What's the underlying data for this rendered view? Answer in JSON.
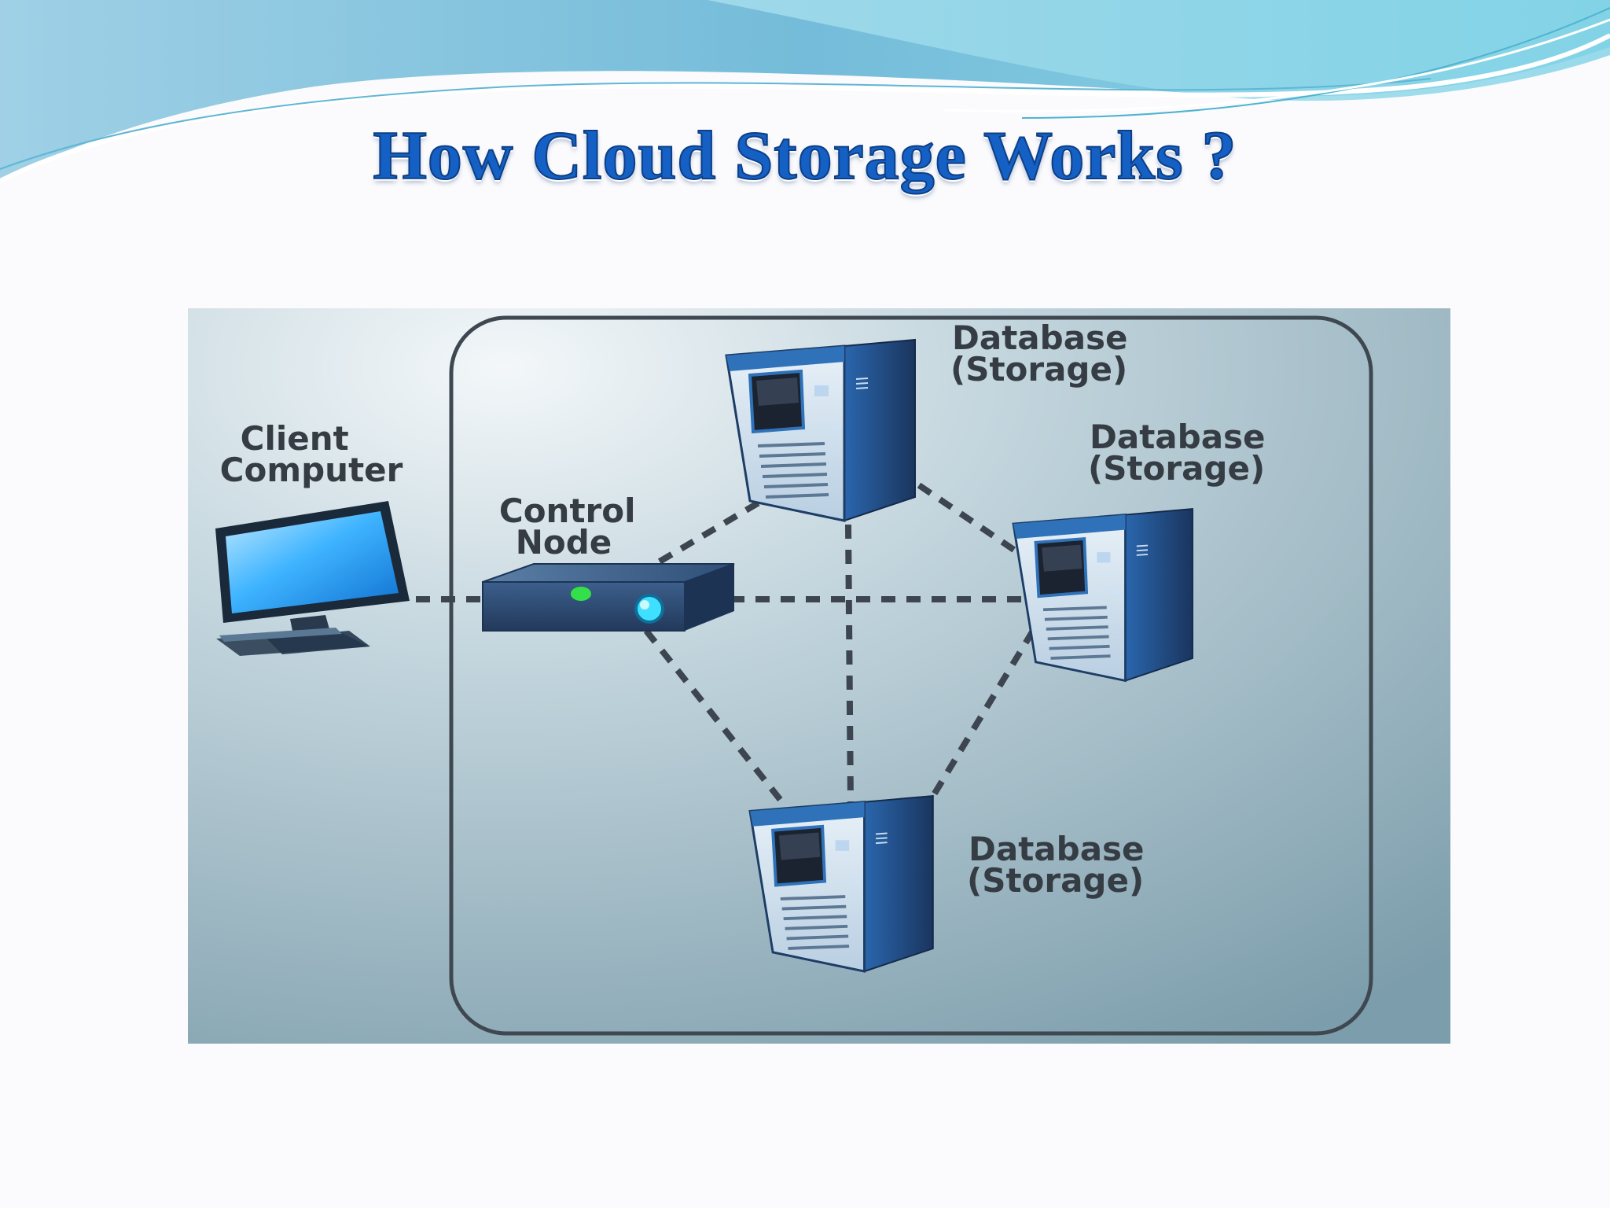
{
  "slide": {
    "title": "How Cloud Storage Works ?"
  },
  "diagram": {
    "client": {
      "line1": "Client",
      "line2": "Computer"
    },
    "control_node": {
      "line1": "Control",
      "line2": "Node"
    },
    "databases": [
      {
        "line1": "Database",
        "line2": "(Storage)"
      },
      {
        "line1": "Database",
        "line2": "(Storage)"
      },
      {
        "line1": "Database",
        "line2": "(Storage)"
      }
    ],
    "colors": {
      "title": "#1560c4",
      "panel_top": "#c9dbe3",
      "panel_bottom": "#7d9fad",
      "server_blue": "#2f72b9",
      "monitor_screen": "#3fb4ff",
      "led_green": "#34e04a",
      "led_cyan": "#3fe0ff",
      "connection": "#3d4650"
    }
  }
}
